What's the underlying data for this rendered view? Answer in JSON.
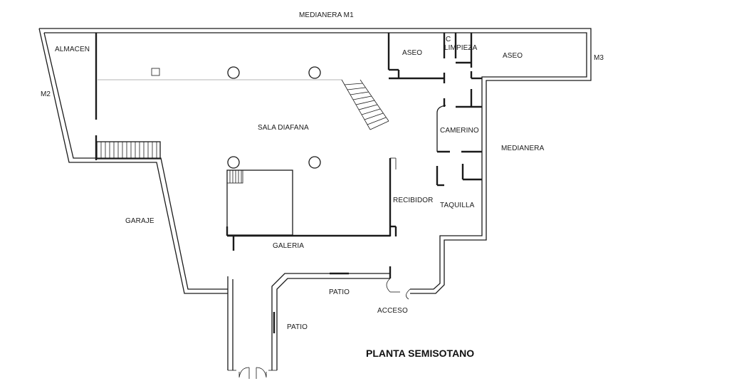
{
  "plan": {
    "title": "PLANTA SEMISOTANO",
    "labels": {
      "medianera_m1": "MEDIANERA M1",
      "m2": "M2",
      "m3": "M3",
      "medianera": "MEDIANERA",
      "almacen": "ALMACEN",
      "aseo_left": "ASEO",
      "c_limpieza_1": "C",
      "c_limpieza_2": "LIMPIEZA",
      "aseo_right": "ASEO",
      "sala_diafana": "SALA DIAFANA",
      "camerino": "CAMERINO",
      "recibidor": "RECIBIDOR",
      "taquilla": "TAQUILLA",
      "garaje": "GARAJE",
      "galeria": "GALERIA",
      "patio_top": "PATIO",
      "patio_bottom": "PATIO",
      "acceso": "ACCESO"
    }
  }
}
